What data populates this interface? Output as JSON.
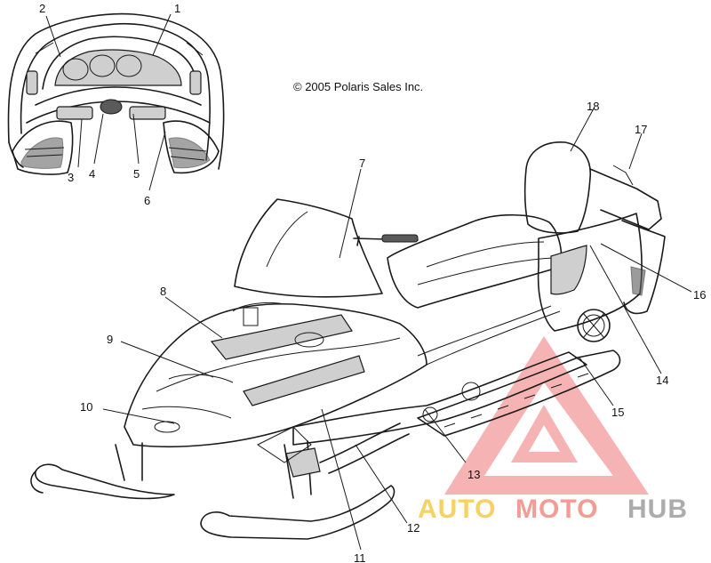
{
  "copyright": "© 2005 Polaris Sales Inc.",
  "watermark": {
    "word_a": "AUTO",
    "word_b": "MOTO",
    "word_c": "HUB",
    "colors": {
      "triangle": "#f08080",
      "auto": "#f7c948",
      "moto": "#f28b82",
      "hub": "#9e9e9e"
    }
  },
  "callouts": [
    "1",
    "2",
    "3",
    "4",
    "5",
    "6",
    "7",
    "8",
    "9",
    "10",
    "11",
    "12",
    "13",
    "14",
    "15",
    "16",
    "17",
    "18"
  ]
}
